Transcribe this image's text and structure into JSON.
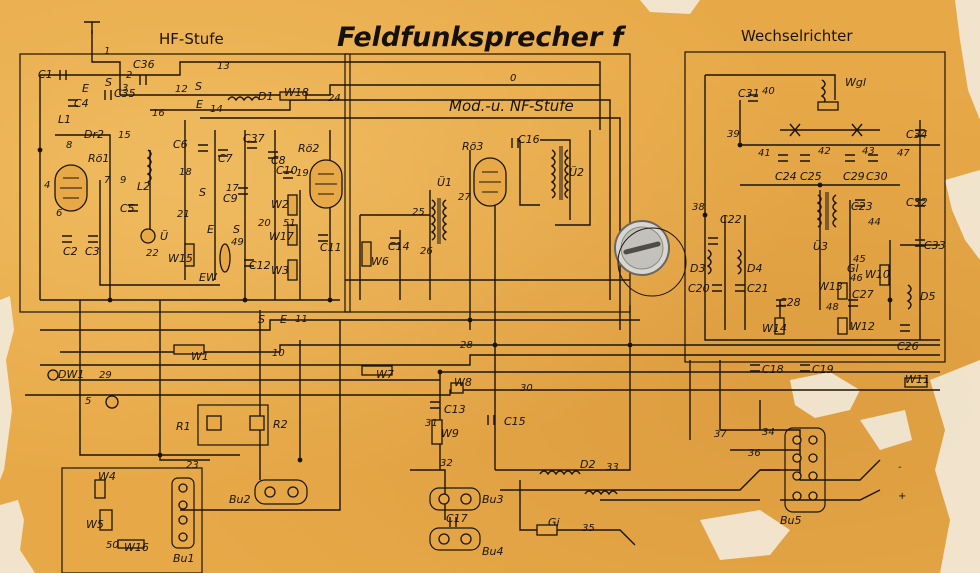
{
  "title": "Feldfunksprecher f",
  "sections": {
    "hf": "HF-Stufe",
    "mod": "Mod.-u. NF-Stufe",
    "inverter": "Wechselrichter"
  },
  "connectors": {
    "bu1": "Bu1",
    "bu2": "Bu2",
    "bu3": "Bu3",
    "bu4": "Bu4",
    "bu5": "Bu5"
  },
  "tubes": {
    "ro1": "Rö1",
    "ro2": "Rö2",
    "ro3": "Rö3"
  },
  "components": {
    "c1": "C1",
    "c2": "C2",
    "c3": "C3",
    "c4": "C4",
    "c5": "C5",
    "c6": "C6",
    "c7": "C7",
    "c8": "C8",
    "c9": "C9",
    "c10": "C10",
    "c11": "C11",
    "c12": "C12",
    "c13": "C13",
    "c14": "C14",
    "c15": "C15",
    "c16": "C16",
    "c17": "C17",
    "c18": "C18",
    "c19": "C19",
    "c20": "C20",
    "c21": "C21",
    "c22": "C22",
    "c23": "C23",
    "c24": "C24",
    "c25": "C25",
    "c26": "C26",
    "c27": "C27",
    "c28": "C28",
    "c29": "C29",
    "c30": "C30",
    "c31": "C31",
    "c32": "C32",
    "c33": "C33",
    "c34": "C34",
    "c35": "C35",
    "c36": "C36",
    "c37": "C37",
    "w1": "W1",
    "w2": "W2",
    "w3": "W3",
    "w4": "W4",
    "w5": "W5",
    "w6": "W6",
    "w7": "W7",
    "w8": "W8",
    "w9": "W9",
    "w10": "W10",
    "w11": "W11",
    "w12": "W12",
    "w13": "W13",
    "w14": "W14",
    "w15": "W15",
    "w16": "W16",
    "w17": "W17",
    "w18": "W18",
    "r1": "R1",
    "r2": "R2",
    "l1": "L1",
    "l2": "L2",
    "d1": "D1",
    "d2": "D2",
    "d3": "D3",
    "d4": "D4",
    "d5": "D5",
    "dr2": "Dr2",
    "u1": "Ü1",
    "u2": "Ü2",
    "u3": "Ü3",
    "ew": "EW",
    "dw1": "DW1",
    "wgl": "Wgl",
    "gl": "Gl",
    "gi": "Gi",
    "u": "Ü"
  },
  "switch_labels": [
    "S",
    "E",
    "S",
    "E",
    "S",
    "E",
    "S",
    "E",
    "S"
  ],
  "wire_numbers": [
    "1",
    "2",
    "3",
    "4",
    "5",
    "6",
    "7",
    "8",
    "9",
    "10",
    "11",
    "12",
    "13",
    "14",
    "15",
    "16",
    "17",
    "18",
    "19",
    "20",
    "21",
    "22",
    "23",
    "24",
    "25",
    "26",
    "27",
    "28",
    "29",
    "30",
    "31",
    "32",
    "33",
    "34",
    "35",
    "36",
    "37",
    "38",
    "39",
    "40",
    "41",
    "42",
    "43",
    "44",
    "45",
    "46",
    "47",
    "48",
    "49",
    "50",
    "51",
    "0",
    "+",
    "-"
  ]
}
